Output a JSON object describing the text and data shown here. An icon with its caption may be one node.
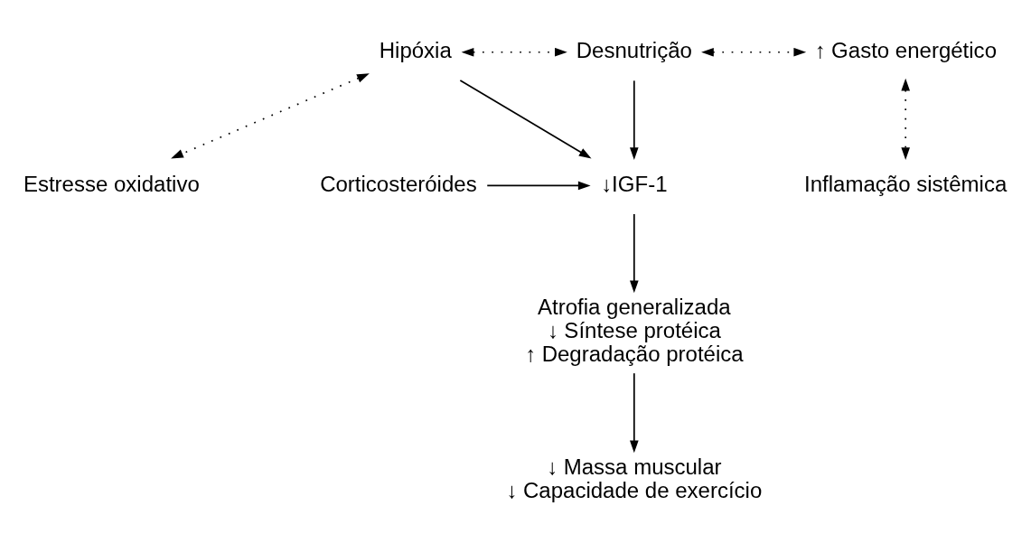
{
  "diagram": {
    "nodes": [
      {
        "text": [
          "Hipóxia"
        ]
      },
      {
        "text": [
          "Desnutrição"
        ]
      },
      {
        "text": [
          "↑ Gasto energético"
        ]
      },
      {
        "text": [
          "Estresse oxidativo"
        ]
      },
      {
        "text": [
          "Inflamação sistêmica"
        ]
      },
      {
        "text": [
          "↓IGF-1"
        ]
      },
      {
        "text": [
          "Corticosteróides"
        ]
      },
      {
        "text": [
          "Atrofia generalizada",
          "↓ Síntese protéica",
          "↑ Degradação protéica"
        ]
      },
      {
        "text": [
          "↓ Massa muscular",
          "↓ Capacidade de exercício"
        ]
      }
    ],
    "edges": [
      {
        "from": 0,
        "to": 1,
        "arrow": "both",
        "style": "dashed"
      },
      {
        "from": 1,
        "to": 2,
        "arrow": "both",
        "style": "dashed"
      },
      {
        "from": 0,
        "to": 3,
        "arrow": "both",
        "style": "dashed"
      },
      {
        "from": 2,
        "to": 4,
        "arrow": "both",
        "style": "dashed"
      },
      {
        "from": 1,
        "to": 5,
        "arrow": "to"
      },
      {
        "from": 0,
        "to": 5,
        "arrow": "to"
      },
      {
        "from": 6,
        "to": 5,
        "arrow": "to"
      },
      {
        "from": 5,
        "to": 7,
        "arrow": "to"
      },
      {
        "from": 7,
        "to": 8,
        "arrow": "to"
      }
    ]
  }
}
